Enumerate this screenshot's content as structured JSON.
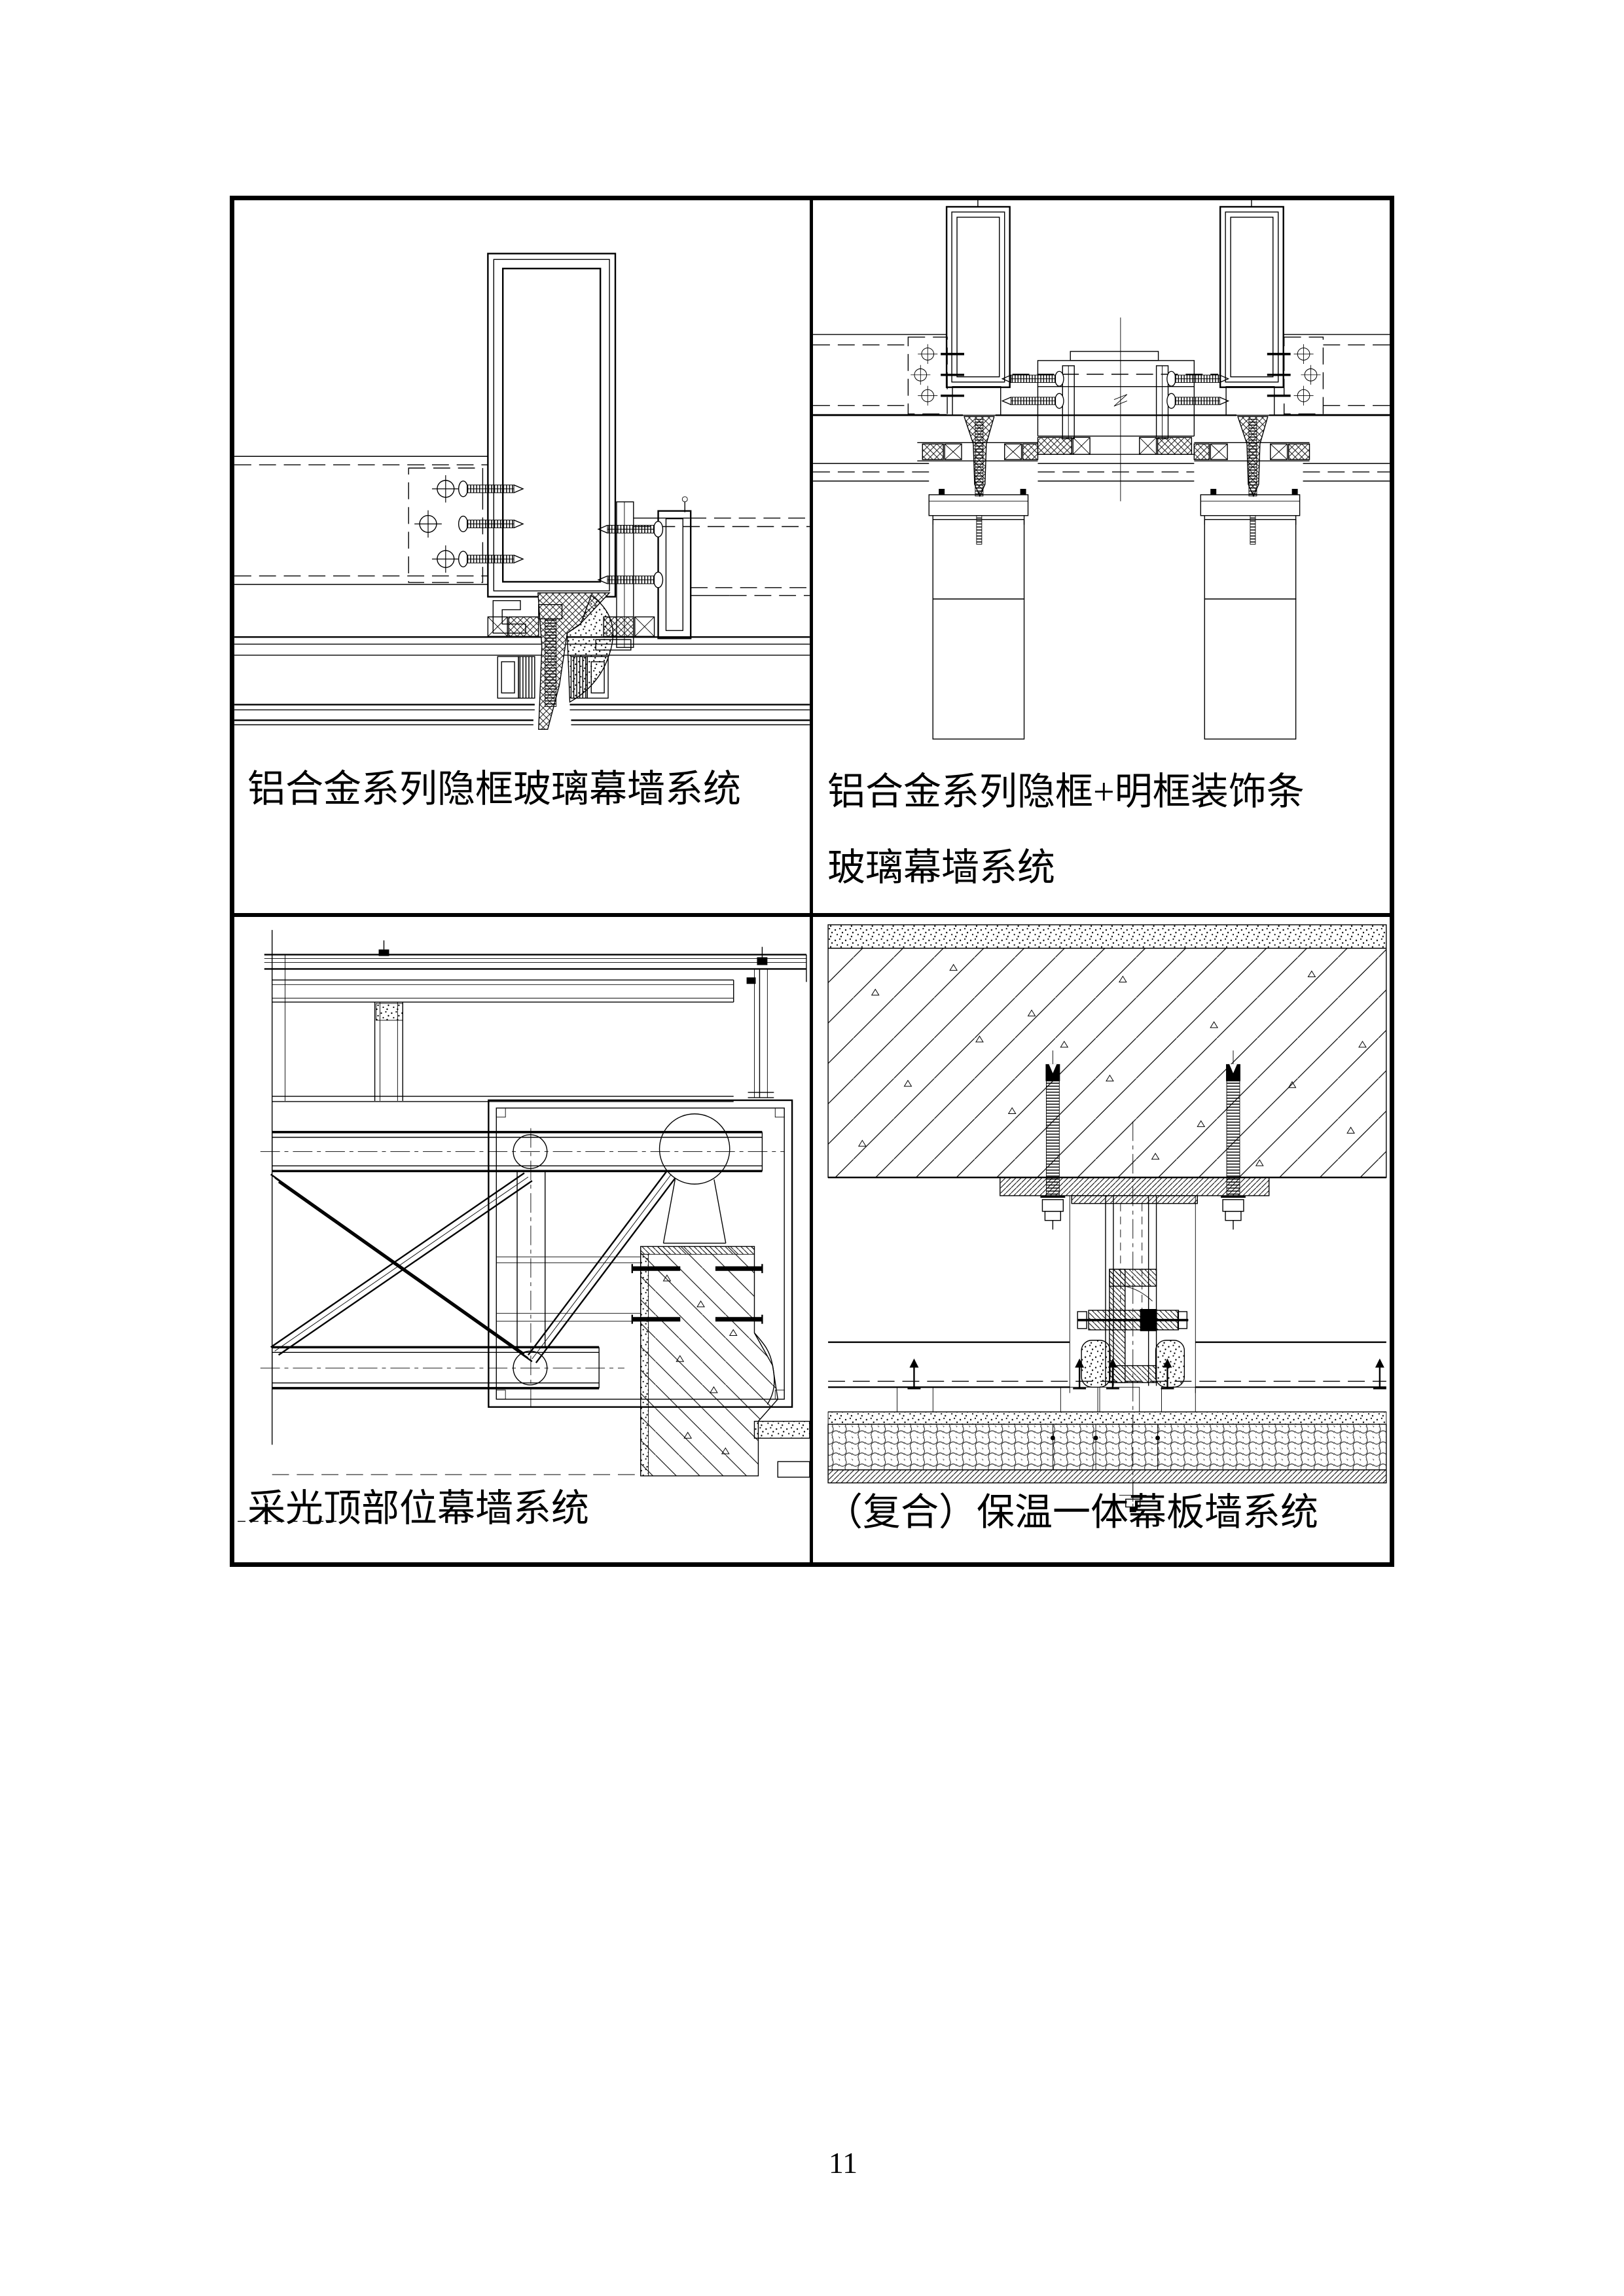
{
  "page": {
    "number": "11",
    "background": "#ffffff",
    "line_color": "#000000"
  },
  "table": {
    "rows": 2,
    "cols": 2,
    "cells": [
      {
        "id": "top-left",
        "caption": "铝合金系列隐框玻璃幕墙系统",
        "drawing": "hidden-frame-glass-curtain-wall-mullion-section"
      },
      {
        "id": "top-right",
        "caption_lines": [
          "铝合金系列隐框+明框装饰条",
          "玻璃幕墙系统"
        ],
        "drawing": "hidden-plus-exposed-frame-decorative-strip-curtain-wall-section"
      },
      {
        "id": "bottom-left",
        "caption": "采光顶部位幕墙系统",
        "drawing": "skylight-area-curtain-wall-truss-section"
      },
      {
        "id": "bottom-right",
        "caption": "（复合）保温一体幕板墙系统",
        "drawing": "composite-insulated-integrated-panel-wall-section"
      }
    ]
  }
}
